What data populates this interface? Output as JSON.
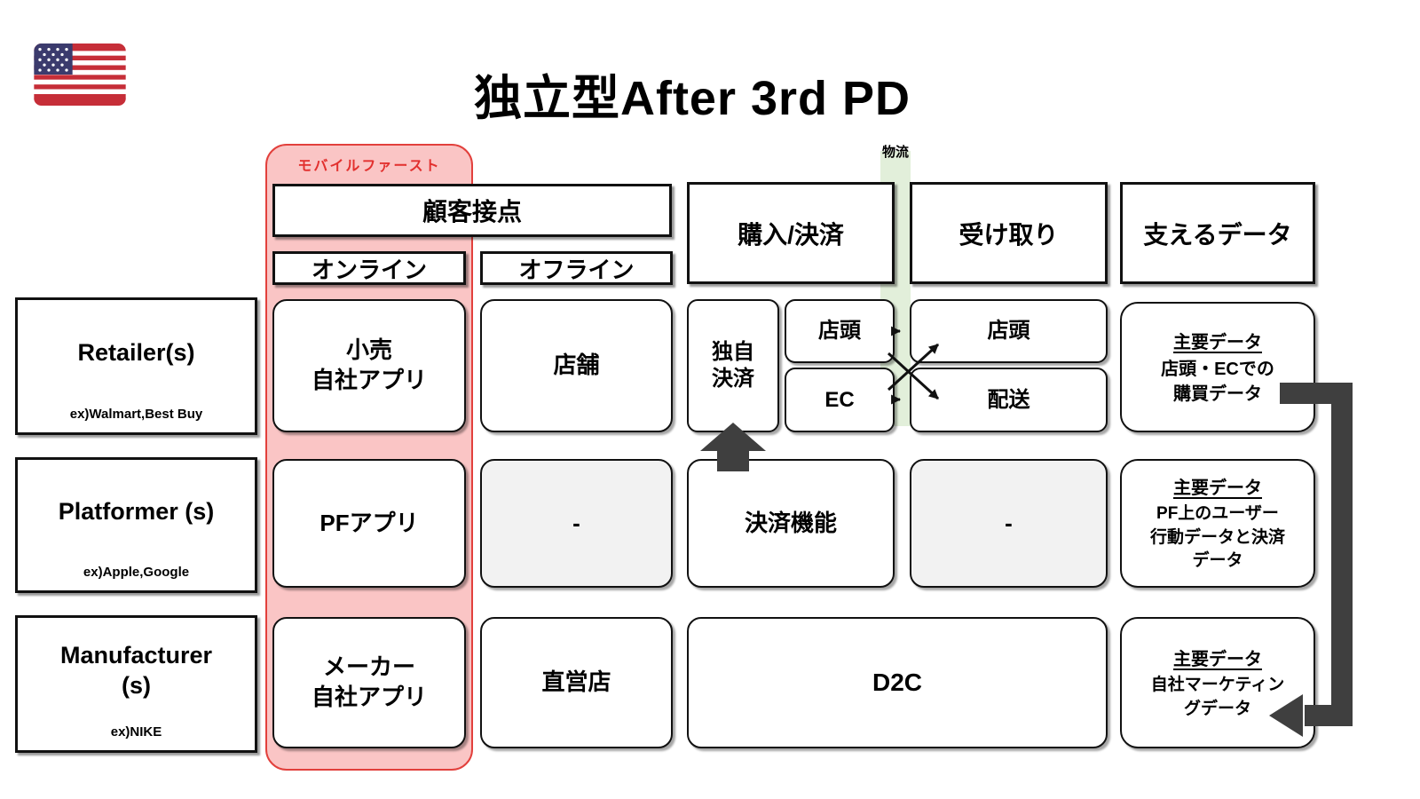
{
  "title": "独立型After 3rd PD",
  "labels": {
    "mobile_first": "モバイルファースト",
    "logistics": "物流"
  },
  "headers": {
    "customer_touchpoint": "顧客接点",
    "online": "オンライン",
    "offline": "オフライン",
    "purchase_payment": "購入/決済",
    "receiving": "受け取り",
    "supporting_data": "支えるデータ"
  },
  "rows": [
    {
      "label": "Retailer(s)",
      "example": "ex)Walmart,Best Buy",
      "cells": {
        "online": "小売\n自社アプリ",
        "offline": "店舗",
        "payment": "独自\n決済",
        "payment_channels": [
          "店頭",
          "EC"
        ],
        "receiving": [
          "店頭",
          "配送"
        ],
        "data_title": "主要データ",
        "data_body": "店頭・ECでの\n購買データ"
      }
    },
    {
      "label": "Platformer (s)",
      "example": "ex)Apple,Google",
      "cells": {
        "online": "PFアプリ",
        "offline": "-",
        "payment": "決済機能",
        "receiving": "-",
        "data_title": "主要データ",
        "data_body": "PF上のユーザー\n行動データと決済\nデータ"
      }
    },
    {
      "label": "Manufacturer\n(s)",
      "example": "ex)NIKE",
      "cells": {
        "online": "メーカー\n自社アプリ",
        "offline": "直営店",
        "payment_and_receiving": "D2C",
        "data_title": "主要データ",
        "data_body": "自社マーケティン\nグデータ"
      }
    }
  ],
  "colors": {
    "mobile_first_fill": "#FAC5C5",
    "mobile_first_border": "#E2403C",
    "mobile_first_text": "#E2302E",
    "logistics_band": "#E2EFDA",
    "empty_cell_fill": "#F2F2F2",
    "arrow_dark": "#3F3F3F",
    "box_border": "#111111"
  }
}
